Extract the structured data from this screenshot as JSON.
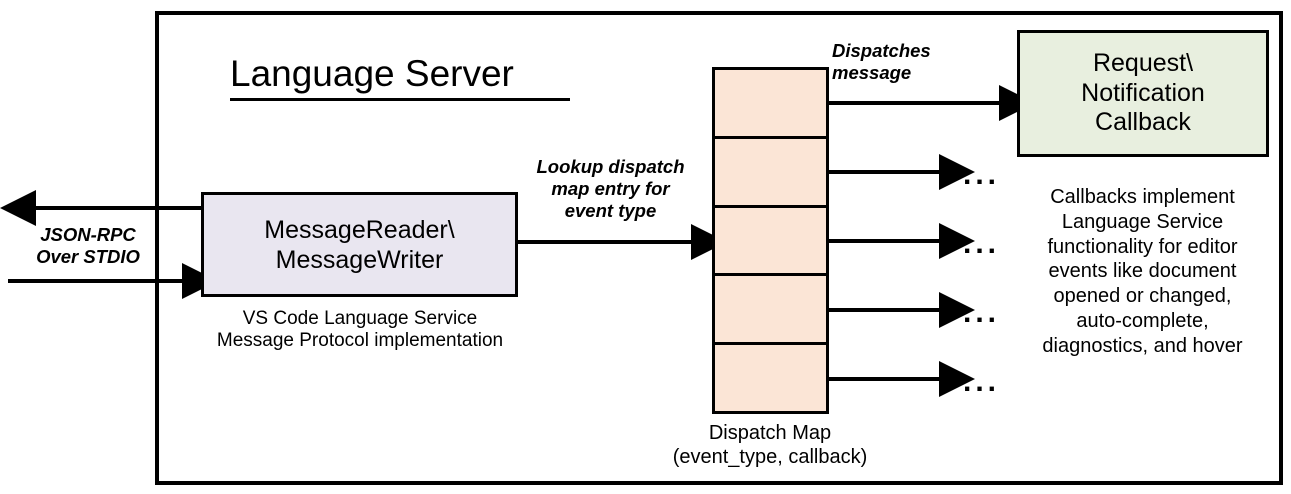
{
  "diagram": {
    "title": "Language Server",
    "outer_frame_name": "Language Server boundary"
  },
  "left_io": {
    "protocol_label": "JSON-RPC\nOver STDIO",
    "outbound_arrow_name": "outbound-message-arrow",
    "inbound_arrow_name": "inbound-message-arrow"
  },
  "message_reader": {
    "title": "MessageReader\\\nMessageWriter",
    "caption": "VS Code Language Service\nMessage Protocol implementation",
    "fill_color": "#e9e6f0"
  },
  "lookup": {
    "label": "Lookup dispatch\nmap entry for\nevent type"
  },
  "dispatch_map": {
    "caption": "Dispatch Map\n(event_type, callback)",
    "fill_color": "#fbe5d6",
    "rows": [
      {
        "id": "row-1",
        "dot": "callback-dot",
        "arrow": "dispatch-arrow-1",
        "trailing": ""
      },
      {
        "id": "row-2",
        "dot": "callback-dot",
        "arrow": "dispatch-arrow-2",
        "trailing": "..."
      },
      {
        "id": "row-3",
        "dot": "callback-dot",
        "arrow": "dispatch-arrow-3",
        "trailing": "..."
      },
      {
        "id": "row-4",
        "dot": "callback-dot",
        "arrow": "dispatch-arrow-4",
        "trailing": "..."
      },
      {
        "id": "row-5",
        "dot": "callback-dot",
        "arrow": "dispatch-arrow-5",
        "trailing": "..."
      }
    ]
  },
  "dispatches": {
    "label": "Dispatches\nmessage"
  },
  "callback": {
    "title": "Request\\\nNotification\nCallback",
    "caption": "Callbacks implement\nLanguage Service\nfunctionality for editor\nevents like document\nopened or changed,\nauto-complete,\ndiagnostics, and hover",
    "fill_color": "#e8efdf"
  },
  "ellipses": {
    "glyph": "..."
  }
}
